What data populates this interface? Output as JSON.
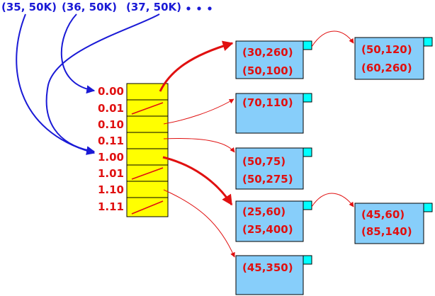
{
  "colors": {
    "bucket_fill": "#ffff00",
    "block_fill": "#87cefa",
    "overflow_marker": "#00ffff",
    "pointer": "#e01010",
    "insert_arrow": "#1a1ad6",
    "label_blue": "#1a1ad6",
    "label_red": "#e01010"
  },
  "inserts": [
    "(35, 50K)",
    "(36, 50K)",
    "(37, 50K)"
  ],
  "directory": [
    "0.00",
    "0.01",
    "0.10",
    "0.11",
    "1.00",
    "1.01",
    "1.10",
    "1.11"
  ],
  "blocks": [
    {
      "records": [
        "(30,260)",
        "(50,100)"
      ]
    },
    {
      "records": [
        "(70,110)"
      ]
    },
    {
      "records": [
        "(50,75)",
        "(50,275)"
      ]
    },
    {
      "records": [
        "(25,60)",
        "(25,400)"
      ]
    },
    {
      "records": [
        "(45,350)"
      ]
    },
    {
      "records": [
        "(50,120)",
        "(60,260)"
      ]
    },
    {
      "records": [
        "(45,60)",
        "(85,140)"
      ]
    }
  ],
  "overflow_links": [
    {
      "from": 0,
      "to": 5
    },
    {
      "from": 3,
      "to": 6
    }
  ],
  "directory_pointers": [
    {
      "slot": 0,
      "block": 0,
      "bold": true
    },
    {
      "slot": 1,
      "block": null,
      "bold": false
    },
    {
      "slot": 2,
      "block": 1,
      "bold": false
    },
    {
      "slot": 3,
      "block": 2,
      "bold": false
    },
    {
      "slot": 4,
      "block": 3,
      "bold": true
    },
    {
      "slot": 5,
      "block": null,
      "bold": false
    },
    {
      "slot": 6,
      "block": 4,
      "bold": false
    },
    {
      "slot": 7,
      "block": null,
      "bold": false
    }
  ],
  "insert_targets": [
    {
      "insert": 0,
      "slot": 4
    },
    {
      "insert": 1,
      "slot": 0
    },
    {
      "insert": 2,
      "slot": 4
    }
  ]
}
